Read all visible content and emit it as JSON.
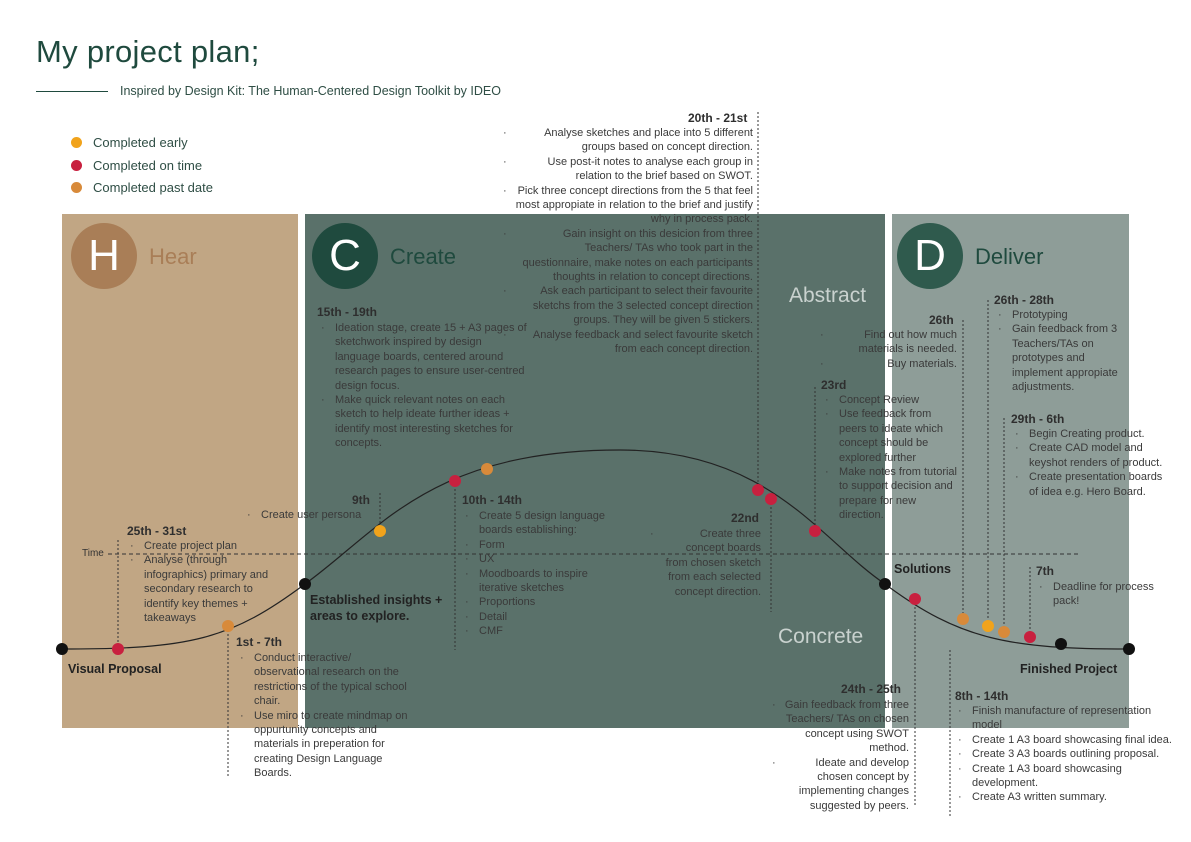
{
  "title": "My project plan;",
  "subtitle": "Inspired by Design Kit: The Human-Centered Design Toolkit by IDEO",
  "legend": [
    {
      "label": "Completed early",
      "color": "#f1a31b"
    },
    {
      "label": "Completed on time",
      "color": "#c8203f"
    },
    {
      "label": "Completed past date",
      "color": "#d88a3a"
    }
  ],
  "phases": {
    "hear": {
      "letter": "H",
      "name": "Hear",
      "box_color": "#c1a684",
      "badge_color": "#a97e57",
      "text_color": "#a97e57"
    },
    "create": {
      "letter": "C",
      "name": "Create",
      "box_color": "#5a716a",
      "badge_color": "#1f4a3e",
      "text_color": "#1f4a3e"
    },
    "deliver": {
      "letter": "D",
      "name": "Deliver",
      "box_color": "#8e9d98",
      "badge_color": "#2f5a4d",
      "text_color": "#1f4a3e"
    }
  },
  "abstract_label": "Abstract",
  "concrete_label": "Concrete",
  "time_label": "Time",
  "milestones": {
    "visual_proposal": "Visual Proposal",
    "established": "Established insights +\nareas to explore.",
    "solutions": "Solutions",
    "finished": "Finished Project"
  },
  "notes": {
    "n25": {
      "heading": "25th - 31st",
      "items": [
        "Create project plan",
        "Analyse (through infographics) primary and secondary research to identify key themes + takeaways"
      ]
    },
    "n1": {
      "heading": "1st - 7th",
      "items": [
        "Conduct interactive/ observational research on the restrictions of the typical school chair.",
        "Use miro to create mindmap on oppurtunity concepts and materials in preperation for creating Design Language Boards."
      ]
    },
    "n9": {
      "heading": "9th",
      "items": [
        "Create user persona"
      ]
    },
    "n15": {
      "heading": "15th - 19th",
      "items": [
        "Ideation stage, create 15 + A3 pages of sketchwork inspired by design language boards, centered around research pages to ensure user-centred design focus.",
        "Make quick relevant notes on each sketch to help ideate further ideas + identify most interesting sketches for concepts."
      ]
    },
    "n10": {
      "heading": "10th - 14th",
      "items": [
        "Create 5 design language boards establishing:",
        "Form",
        "UX",
        "Moodboards to inspire iterative sketches",
        "Proportions",
        "Detail",
        "CMF"
      ]
    },
    "n20": {
      "heading": "20th - 21st",
      "items": [
        "Analyse sketches and place into 5 different groups based on concept direction.",
        "Use post-it notes to analyse each group in relation to the brief based on SWOT.",
        "Pick three concept directions from the 5 that feel most appropiate in relation to the brief and justify why in process pack.",
        "Gain insight on this desicion from three Teachers/ TAs who took part in the questionnaire, make notes on each participants thoughts in relation to concept directions.",
        "Ask each participant to select their favourite sketchs from the 3 selected concept direction groups. They will be given 5 stickers.",
        "Analyse feedback and select favourite sketch from each concept direction."
      ]
    },
    "n22": {
      "heading": "22nd",
      "items": [
        "Create three concept boards from chosen sketch from each selected concept direction."
      ]
    },
    "n23": {
      "heading": "23rd",
      "items": [
        "Concept Review",
        "Use feedback from peers to ideate which concept should be explored further",
        "Make notes from tutorial to support decision and prepare for new direction."
      ]
    },
    "n26": {
      "heading": "26th",
      "items": [
        "Find out how much materials is needed.",
        "Buy materials."
      ]
    },
    "n2628": {
      "heading": "26th - 28th",
      "items": [
        "Prototyping",
        "Gain feedback from 3 Teachers/TAs on prototypes and implement appropiate adjustments."
      ]
    },
    "n29": {
      "heading": "29th - 6th",
      "items": [
        "Begin Creating product.",
        "Create CAD model and keyshot renders of product.",
        "Create presentation boards of idea e.g. Hero Board."
      ]
    },
    "n7": {
      "heading": "7th",
      "items": [
        "Deadline for process pack!"
      ]
    },
    "n24": {
      "heading": "24th - 25th",
      "items": [
        "Gain feedback from three Teachers/ TAs on chosen concept using SWOT method.",
        "Ideate and develop chosen concept by implementing changes suggested by peers."
      ]
    },
    "n8": {
      "heading": "8th - 14th",
      "items": [
        "Finish manufacture of representation model",
        "Create 1 A3 board showcasing final idea.",
        "Create 3 A3 boards outlining proposal.",
        "Create 1 A3 board showcasing development.",
        "Create A3 written summary."
      ]
    }
  }
}
